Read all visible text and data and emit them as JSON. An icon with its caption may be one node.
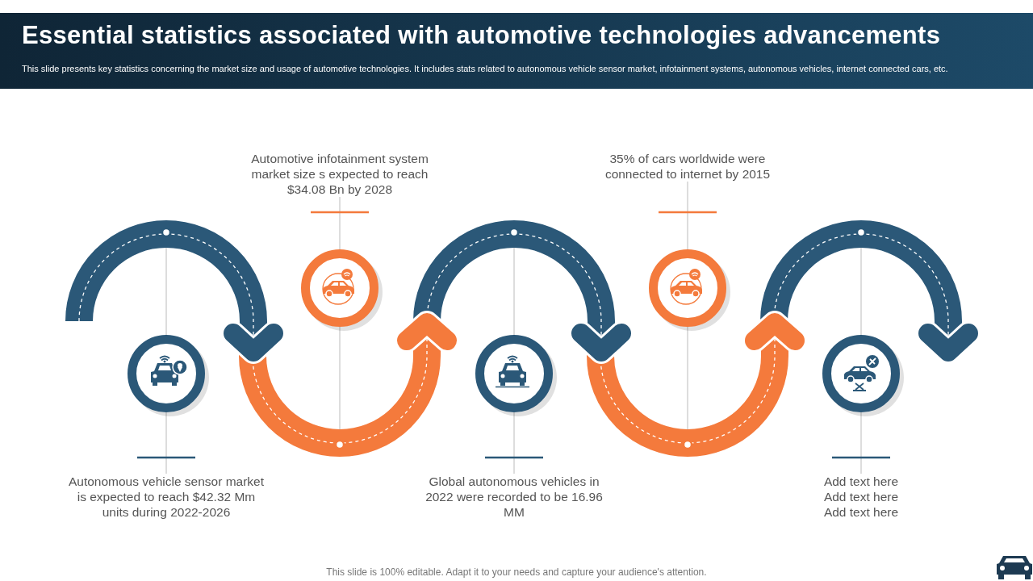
{
  "diagram": {
    "title": "Essential statistics associated with automotive technologies advancements",
    "nodes": [
      {
        "text": [
          "Autonomous vehicle sensor market is expected to reach $42.32 Mm units during 2022-2026"
        ]
      },
      {
        "text": [],
        "shape": "circle"
      },
      {
        "text": [
          "Automotive infotainment system market size s expected to reach $34.08 Bn by 2028"
        ]
      },
      {
        "text": [],
        "shape": "circle"
      },
      {
        "text": [
          "Global autonomous vehicles in 2022 were recorded to be 16.96 MM"
        ]
      },
      {
        "text": [],
        "shape": "circle"
      },
      {
        "text": [
          "35% of cars worldwide were connected to internet by 2015"
        ]
      },
      {
        "text": [],
        "shape": "circle"
      },
      {
        "text": [
          "Add text here Add text here Add text here"
        ]
      },
      {
        "text": [],
        "shape": "circle"
      }
    ],
    "edges": [
      {
        "from": 0,
        "to": 1,
        "arrow": "none"
      },
      {
        "from": 2,
        "to": 3,
        "arrow": "none"
      },
      {
        "from": 4,
        "to": 5,
        "arrow": "none"
      },
      {
        "from": 6,
        "to": 7,
        "arrow": "none"
      },
      {
        "from": 8,
        "to": 9,
        "arrow": "none"
      }
    ],
    "labels": [
      "This slide presents key statistics concerning the market size and usage of automotive technologies. It includes stats related to autonomous vehicle sensor market, infotainment systems, autonomous vehicles, internet connected cars, etc.",
      "This slide is 100% editable. Adapt it to your needs and capture your audience's attention."
    ]
  }
}
